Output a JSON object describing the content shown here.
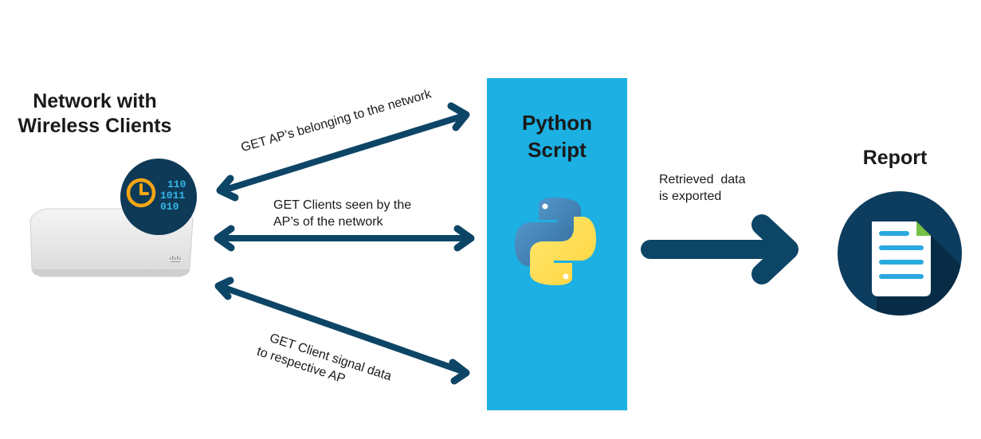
{
  "network": {
    "title_line1": "Network with",
    "title_line2": "Wireless Clients",
    "badge_bits": [
      "110",
      "1011",
      "010"
    ]
  },
  "script_box": {
    "title_line1": "Python",
    "title_line2": "Script"
  },
  "arrows": {
    "get_aps": "GET AP’s belonging to the network",
    "get_clients_line1": "GET Clients seen by the",
    "get_clients_line2": "AP’s of the network",
    "get_signal_line1": "GET Client signal data",
    "get_signal_line2": "to respective AP",
    "export_line1": "Retrieved  data",
    "export_line2": "is exported"
  },
  "report": {
    "title": "Report"
  },
  "colors": {
    "arrow": "#0d4566",
    "script_box": "#1cb0e3",
    "badge_circle": "#0e3a57",
    "badge_bits": "#36b5e6",
    "clock_ring": "#f6a614",
    "report_circle": "#0c3d5e",
    "python_blue": "#3e77a9",
    "python_yellow": "#fdd43b"
  }
}
